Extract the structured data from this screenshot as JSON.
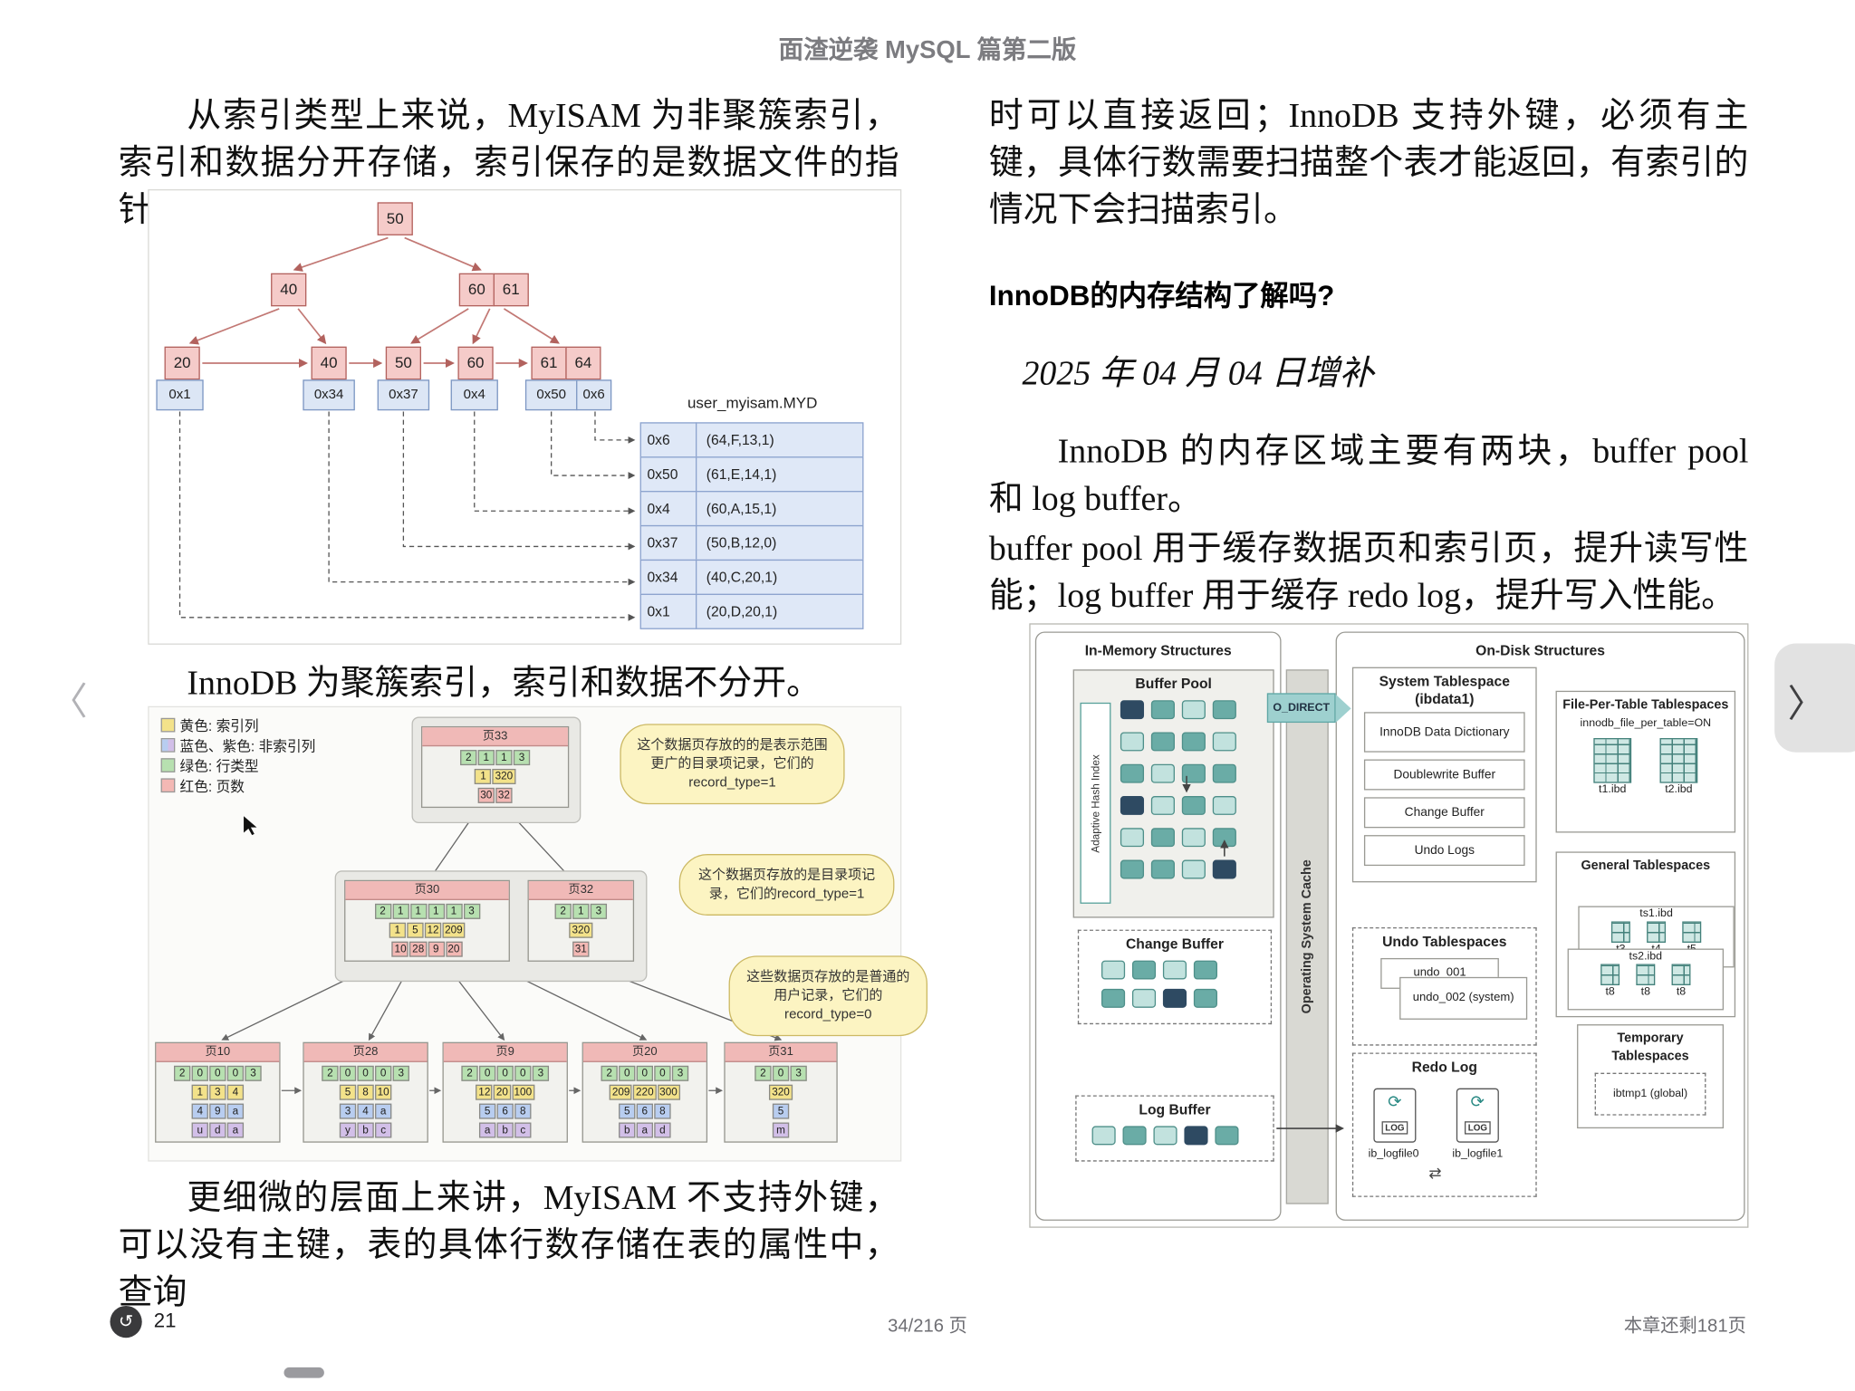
{
  "header": {
    "title": "面渣逆袭 MySQL 篇第二版"
  },
  "icons": {
    "prev": "〈",
    "next": "〉",
    "progress": "↺",
    "sync": "⟳",
    "swap": "⇄"
  },
  "footer": {
    "count": "21",
    "page_indicator": "34/216 页",
    "chapter_left": "本章还剩181页"
  },
  "left_col": {
    "para1": "从索引类型上来说，MyISAM 为非聚簇索引，索引和数据分开存储，索引保存的是数据文件的指针。",
    "para2": "InnoDB 为聚簇索引，索引和数据不分开。",
    "para3": "更细微的层面上来讲，MyISAM 不支持外键，可以没有主键，表的具体行数存储在表的属性中，查询"
  },
  "right_col": {
    "para1": "时可以直接返回；InnoDB 支持外键，必须有主键，具体行数需要扫描整个表才能返回，有索引的情况下会扫描索引。",
    "heading": "InnoDB的内存结构了解吗?",
    "date_note": "2025 年 04 月 04 日增补",
    "para2": "InnoDB 的内存区域主要有两块，buffer pool 和 log buffer。",
    "para3": "buffer pool 用于缓存数据页和索引页，提升读写性能；log buffer 用于缓存 redo log，提升写入性能。"
  },
  "myisam": {
    "root": "50",
    "node40": "40",
    "node60": "60",
    "node61": "61",
    "leaf_keys": [
      "20",
      "40",
      "50",
      "60",
      "61",
      "64"
    ],
    "leaf_ptrs": [
      "0x1",
      "0x34",
      "0x37",
      "0x4",
      "0x50",
      "0x6"
    ],
    "table_title": "user_myisam.MYD",
    "table_rows": [
      {
        "ptr": "0x6",
        "val": "(64,F,13,1)"
      },
      {
        "ptr": "0x50",
        "val": "(61,E,14,1)"
      },
      {
        "ptr": "0x4",
        "val": "(60,A,15,1)"
      },
      {
        "ptr": "0x37",
        "val": "(50,B,12,0)"
      },
      {
        "ptr": "0x34",
        "val": "(40,C,20,1)"
      },
      {
        "ptr": "0x1",
        "val": "(20,D,20,1)"
      }
    ]
  },
  "clustered": {
    "legend": [
      "黄色: 索引列",
      "蓝色、紫色: 非索引列",
      "绿色: 行类型",
      "红色: 页数"
    ],
    "bubbles": [
      "这个数据页存放的的是表示范围更广的目录项记录，它们的 record_type=1",
      "这个数据页存放的是目录项记录，它们的record_type=1",
      "这些数据页存放的是普通的用户记录，它们的 record_type=0"
    ],
    "pages": {
      "p33": {
        "name": "页33",
        "types": [
          "2",
          "1",
          "1",
          "3"
        ],
        "keys": [
          "1",
          "320"
        ],
        "pages": [
          "30",
          "32"
        ]
      },
      "p30": {
        "name": "页30",
        "types": [
          "2",
          "1",
          "1",
          "1",
          "1",
          "3"
        ],
        "keys": [
          "1",
          "5",
          "12",
          "209"
        ],
        "pages": [
          "10",
          "28",
          "9",
          "20"
        ]
      },
      "p32": {
        "name": "页32",
        "types": [
          "2",
          "1",
          "3"
        ],
        "keys": [
          "320"
        ],
        "pages": [
          "31"
        ]
      },
      "p10": {
        "name": "页10",
        "types": [
          "2",
          "0",
          "0",
          "0",
          "3"
        ],
        "keys": [
          "1",
          "3",
          "4"
        ],
        "row2": [
          "4",
          "9",
          "a"
        ],
        "row3": [
          "u",
          "d",
          "a"
        ]
      },
      "p28": {
        "name": "页28",
        "types": [
          "2",
          "0",
          "0",
          "0",
          "3"
        ],
        "keys": [
          "5",
          "8",
          "10"
        ],
        "row2": [
          "3",
          "4",
          "a"
        ],
        "row3": [
          "y",
          "b",
          "c"
        ]
      },
      "p9": {
        "name": "页9",
        "types": [
          "2",
          "0",
          "0",
          "0",
          "3"
        ],
        "keys": [
          "12",
          "20",
          "100"
        ],
        "row2": [
          "5",
          "6",
          "8"
        ],
        "row3": [
          "a",
          "b",
          "c"
        ]
      },
      "p20": {
        "name": "页20",
        "types": [
          "2",
          "0",
          "0",
          "0",
          "3"
        ],
        "keys": [
          "209",
          "220",
          "300"
        ],
        "row2": [
          "5",
          "6",
          "8"
        ],
        "row3": [
          "b",
          "a",
          "d"
        ]
      },
      "p31": {
        "name": "页31",
        "types": [
          "2",
          "0",
          "3"
        ],
        "keys": [
          "320"
        ],
        "row2": [
          "5"
        ],
        "row3": [
          "m"
        ]
      }
    }
  },
  "arch": {
    "in_memory_title": "In-Memory Structures",
    "on_disk_title": "On-Disk Structures",
    "buffer_pool_label": "Buffer Pool",
    "ahi_label": "Adaptive Hash Index",
    "change_buffer_label": "Change Buffer",
    "log_buffer_label": "Log Buffer",
    "o_direct_label": "O_DIRECT",
    "os_cache_label": "Operating System Cache",
    "system_ts_title": "System Tablespace",
    "system_ts_sub": "(ibdata1)",
    "system_ts_items": [
      "InnoDB Data Dictionary",
      "Doublewrite Buffer",
      "Change Buffer",
      "Undo Logs"
    ],
    "fpt_title": "File-Per-Table Tablespaces",
    "fpt_sub": "innodb_file_per_table=ON",
    "fpt_files": [
      "t1.ibd",
      "t2.ibd"
    ],
    "gen_title": "General Tablespaces",
    "gen_ts1": "ts1.ibd",
    "gen_ts1_tables": [
      "t3",
      "t4",
      "t5"
    ],
    "gen_ts2": "ts2.ibd",
    "gen_ts2_tables": [
      "t8",
      "t8",
      "t8"
    ],
    "undo_title": "Undo Tablespaces",
    "undo_files": [
      "undo_001",
      "undo_002 (system)"
    ],
    "redo_title": "Redo Log",
    "redo_files": [
      "ib_logfile0",
      "ib_logfile1"
    ],
    "log_icon_label": "LOG",
    "temp_title": "Temporary Tablespaces",
    "temp_file": "ibtmp1 (global)",
    "bp_rows": [
      [
        {
          "c": "d"
        },
        {
          "c": "t"
        },
        {
          "c": "l"
        },
        {
          "c": "t"
        }
      ],
      [
        {
          "c": "l"
        },
        {
          "c": "t"
        },
        {
          "c": "t"
        },
        {
          "c": "l"
        }
      ],
      [
        {
          "c": "t"
        },
        {
          "c": "l"
        },
        {
          "c": "t"
        },
        {
          "c": "t"
        }
      ],
      [
        {
          "c": "d"
        },
        {
          "c": "l"
        },
        {
          "c": "t"
        },
        {
          "c": "l"
        }
      ],
      [
        {
          "c": "l"
        },
        {
          "c": "t"
        },
        {
          "c": "l"
        },
        {
          "c": "t"
        }
      ],
      [
        {
          "c": "t"
        },
        {
          "c": "t"
        },
        {
          "c": "l"
        },
        {
          "c": "d"
        }
      ]
    ],
    "cb_rows": [
      [
        {
          "c": "l"
        },
        {
          "c": "t"
        },
        {
          "c": "l"
        },
        {
          "c": "t"
        }
      ],
      [
        {
          "c": "t"
        },
        {
          "c": "l"
        },
        {
          "c": "d"
        },
        {
          "c": "t"
        }
      ]
    ],
    "lb_row": [
      {
        "c": "l"
      },
      {
        "c": "t"
      },
      {
        "c": "l"
      },
      {
        "c": "d"
      },
      {
        "c": "t"
      }
    ]
  }
}
